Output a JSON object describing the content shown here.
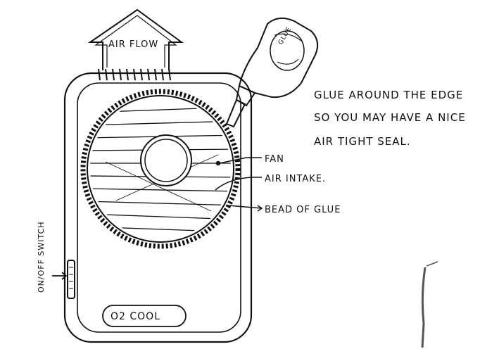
{
  "labels": {
    "air_flow": "AIR FLOW",
    "fan": "FAN",
    "air_intake": "AIR INTAKE.",
    "bead_of_glue": "BEAD OF GLUE",
    "on_off_switch": "ON/OFF SWITCH",
    "brand": "O2 COOL"
  },
  "note": {
    "line1": "GLUE AROUND THE EDGE",
    "line2": "SO YOU MAY HAVE A NICE",
    "line3": "AIR TIGHT SEAL."
  },
  "glue_bottle": {
    "label_text": "GLUE"
  }
}
